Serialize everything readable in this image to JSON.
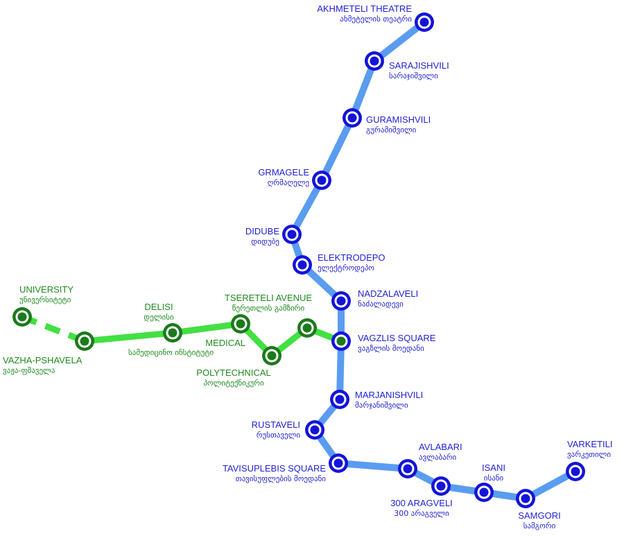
{
  "colors": {
    "blue_line": "#5a9cf0",
    "blue_station_ring": "#1414d8",
    "green_line": "#43e043",
    "green_station_ring": "#1b7a1b",
    "blue_text": "#1f1fd6",
    "green_text": "#1f8a1f"
  },
  "lines": {
    "blue": {
      "stations": [
        {
          "id": "akhmeteli",
          "en": "AKHMETELI THEATRE",
          "ka": "ახმეტელის თეატრი"
        },
        {
          "id": "sarajishvili",
          "en": "SARAJISHVILI",
          "ka": "სარაჯიშვილი"
        },
        {
          "id": "guramishvili",
          "en": "GURAMISHVILI",
          "ka": "გურამიშვილი"
        },
        {
          "id": "grmagele",
          "en": "GRMAGELE",
          "ka": "ღრმაღელე"
        },
        {
          "id": "didube",
          "en": "DIDUBE",
          "ka": "დიდუბე"
        },
        {
          "id": "elektrodepo",
          "en": "ELEKTRODEPO",
          "ka": "ელექტროდეპო"
        },
        {
          "id": "nadzalaveli",
          "en": "NADZALAVELI",
          "ka": "ნაძალადევი"
        },
        {
          "id": "vagzlis",
          "en": "VAGZLIS SQUARE",
          "ka": "ვაგზლის მოედანი"
        },
        {
          "id": "marjanishvili",
          "en": "MARJANISHVILI",
          "ka": "მარჯანიშვილი"
        },
        {
          "id": "rustaveli",
          "en": "RUSTAVELI",
          "ka": "რუსთაველი"
        },
        {
          "id": "tavisuplebis",
          "en": "TAVISUPLEBIS SQUARE",
          "ka": "თავისუფლების მოედანი"
        },
        {
          "id": "avlabari",
          "en": "AVLABARI",
          "ka": "ავლაბარი"
        },
        {
          "id": "aragveli",
          "en": "300 ARAGVELI",
          "ka": "300 არაგველი"
        },
        {
          "id": "isani",
          "en": "ISANI",
          "ka": "ისანი"
        },
        {
          "id": "samgori",
          "en": "SAMGORI",
          "ka": "სამგორი"
        },
        {
          "id": "varketili",
          "en": "VARKETILI",
          "ka": "ვარკეთილი"
        }
      ]
    },
    "green": {
      "stations": [
        {
          "id": "university",
          "en": "UNIVERSITY",
          "ka": "უნივერსიტეტი"
        },
        {
          "id": "vazha",
          "en": "VAZHA-PSHAVELA",
          "ka": "ვაჟა-ფშაველა"
        },
        {
          "id": "delisi",
          "en": "DELISI",
          "ka": "დელისი"
        },
        {
          "id": "medical",
          "en": "MEDICAL",
          "ka": "სამედიცინო ინსტიტუტი"
        },
        {
          "id": "tsereteli",
          "en": "TSERETELI AVENUE",
          "ka": "წერეთლის გამზირი"
        },
        {
          "id": "polytechnical",
          "en": "POLYTECHNICAL",
          "ka": "პოლიტექნიკური"
        },
        {
          "id": "station_square_2",
          "en": "",
          "ka": ""
        }
      ]
    }
  }
}
